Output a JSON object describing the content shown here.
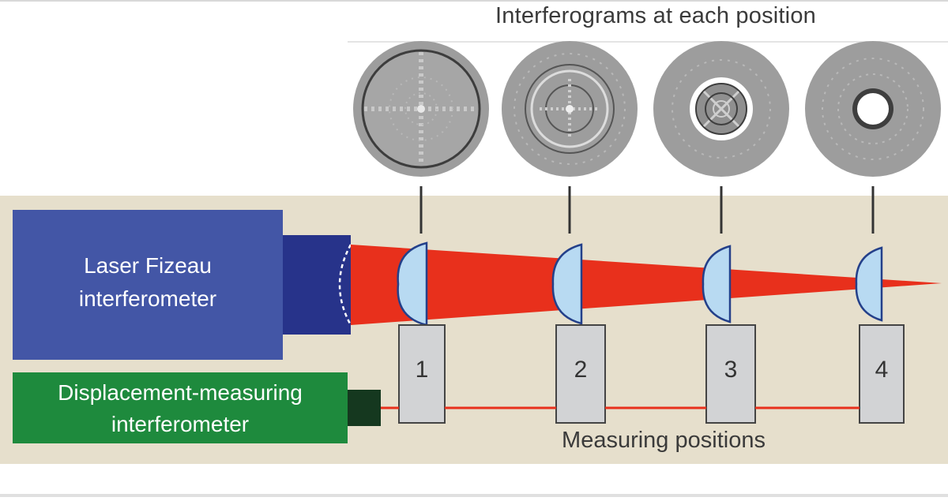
{
  "header": {
    "title": "Interferograms at each position"
  },
  "laser": {
    "line1": "Laser Fizeau",
    "line2": "interferometer"
  },
  "displacement": {
    "line1": "Displacement-measuring",
    "line2": "interferometer"
  },
  "positions": {
    "caption": "Measuring positions",
    "items": [
      {
        "label": "1"
      },
      {
        "label": "2"
      },
      {
        "label": "3"
      },
      {
        "label": "4"
      }
    ]
  },
  "colors": {
    "panel": "#e6dfcc",
    "laser_body": "#4356a6",
    "laser_nozzle": "#27338a",
    "displacement_body": "#1e8a3d",
    "displacement_nozzle": "#15381f",
    "beam": "#e8301c",
    "lens": "#b8daf2",
    "stage": "#d2d3d5",
    "interferogram_disc": "#9a9a9a"
  }
}
